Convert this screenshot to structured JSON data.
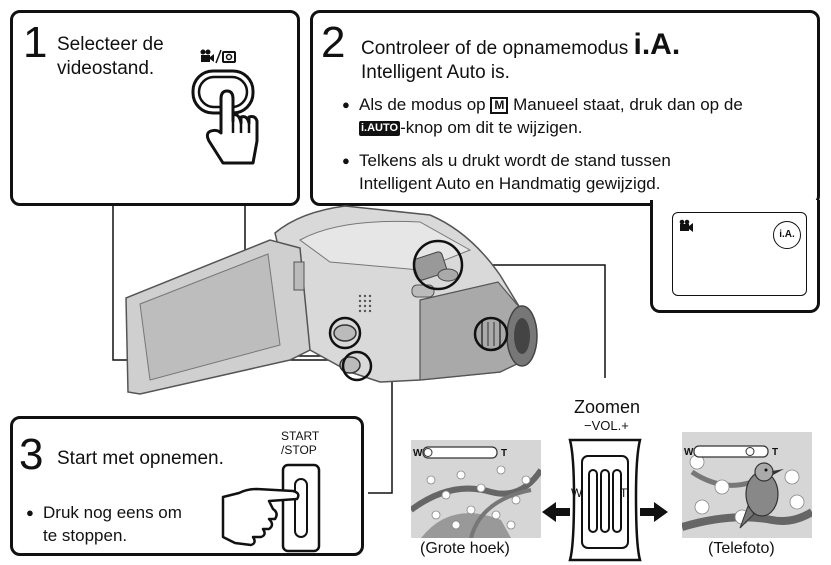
{
  "step1": {
    "number": "1",
    "line1": "Selecteer de",
    "line2": "videostand."
  },
  "step2": {
    "number": "2",
    "title_pre": "Controleer of de opnamemodus",
    "title_mode": "i.A.",
    "title_line2": "Intelligent Auto is.",
    "bullet1_a": "Als de modus op",
    "bullet1_m": "M",
    "bullet1_b": "Manueel staat, druk dan op de",
    "bullet1_badge": "i.AUTO",
    "bullet1_c": "-knop om dit te wijzigen.",
    "bullet2_line1": "Telkens als u drukt wordt de stand tussen",
    "bullet2_line2": "Intelligent Auto en Handmatig gewijzigd.",
    "screen_badge": "i.A."
  },
  "step3": {
    "number": "3",
    "title": "Start met opnemen.",
    "bullet_line1": "Druk nog eens om",
    "bullet_line2": "te stoppen.",
    "button_label_line1": "START",
    "button_label_line2": "/STOP"
  },
  "zoom": {
    "title": "Zoomen",
    "vol_label": "−VOL.+",
    "w": "W",
    "t": "T",
    "wide_caption": "(Grote hoek)",
    "tele_caption": "(Telefoto)"
  }
}
